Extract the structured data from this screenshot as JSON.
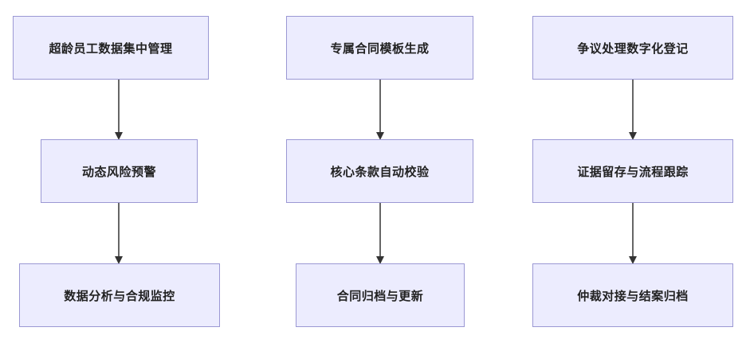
{
  "columns": [
    {
      "steps": [
        "超龄员工数据集中管理",
        "动态风险预警",
        "数据分析与合规监控"
      ]
    },
    {
      "steps": [
        "专属合同模板生成",
        "核心条款自动校验",
        "合同归档与更新"
      ]
    },
    {
      "steps": [
        "争议处理数字化登记",
        "证据留存与流程跟踪",
        "仲裁对接与结案归档"
      ]
    }
  ],
  "colors": {
    "node_fill": "#ececfe",
    "node_border": "#9b98d4",
    "arrow": "#333333"
  }
}
